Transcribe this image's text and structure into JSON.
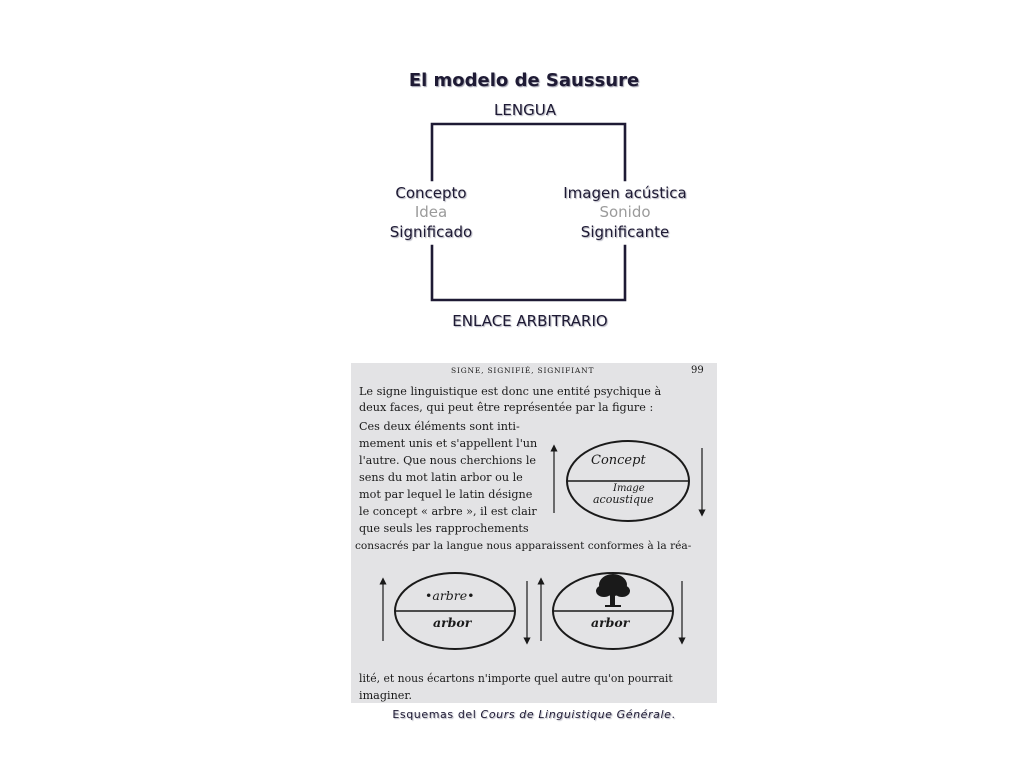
{
  "title": "El modelo de Saussure",
  "diagram": {
    "top_label": "LENGUA",
    "bottom_label": "ENLACE ARBITRARIO",
    "left": [
      "Concepto",
      "Idea",
      "Significado"
    ],
    "right": [
      "Imagen acústica",
      "Sonido",
      "Significante"
    ],
    "accent_color": "#1e1a34",
    "secondary_color": "#9b9b9b"
  },
  "scan": {
    "running_head": "SIGNE, SIGNIFIÉ, SIGNIFIANT",
    "page_number": "99",
    "lines": [
      "Le signe linguistique est donc une entité psychique à",
      "deux faces, qui peut être représentée par la figure :",
      "Ces deux éléments sont inti-",
      "mement unis et s'appellent l'un",
      "l'autre. Que nous cherchions le",
      "sens du mot latin arbor ou le",
      "mot par lequel le latin désigne",
      "le concept « arbre », il est clair",
      "que seuls les rapprochements",
      "consacrés par la langue nous apparaissent conformes à la réa-",
      "lité, et nous écartons n'importe quel autre qu'on pourrait",
      "imaginer."
    ],
    "oval1_top": "Concept",
    "oval1_bottom_1": "Image",
    "oval1_bottom_2": "acoustique",
    "oval2_top": "•arbre•",
    "oval2_bottom": "arbor",
    "oval3_bottom": "arbor"
  },
  "caption": {
    "prefix": "Esquemas del ",
    "work": "Cours de Linguistique Générale",
    "suffix": "."
  }
}
